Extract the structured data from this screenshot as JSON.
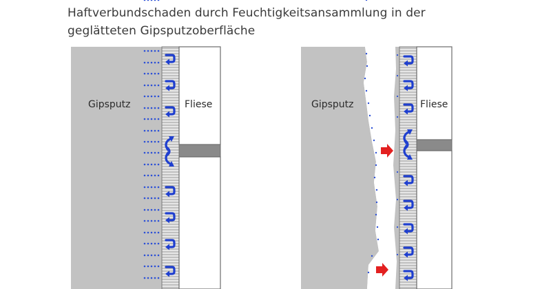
{
  "title": {
    "line1": "Haftverbundschaden durch Feuchtigkeitsansammlung in der",
    "line2": "geglätteten Gipsputzoberfläche"
  },
  "left_panel": {
    "plaster_label": "Gipsputz",
    "tile_label": "Fliese"
  },
  "right_panel": {
    "plaster_label": "Gipsputz",
    "tile_label": "Fliese"
  },
  "colors": {
    "plaster": "#c2c2c2",
    "adhesive_stripes": "#9a9a9a",
    "tile_outline": "#6a6a6a",
    "joint": "#8a8a8a",
    "moisture_dots": "#2b4fd6",
    "moisture_arrows": "#1f3fcf",
    "damage_arrows": "#e32020",
    "title_text": "#3a3a3a"
  },
  "icons": [
    "moisture-dots",
    "moisture-curl-arrow-icon",
    "damage-arrow-icon"
  ]
}
